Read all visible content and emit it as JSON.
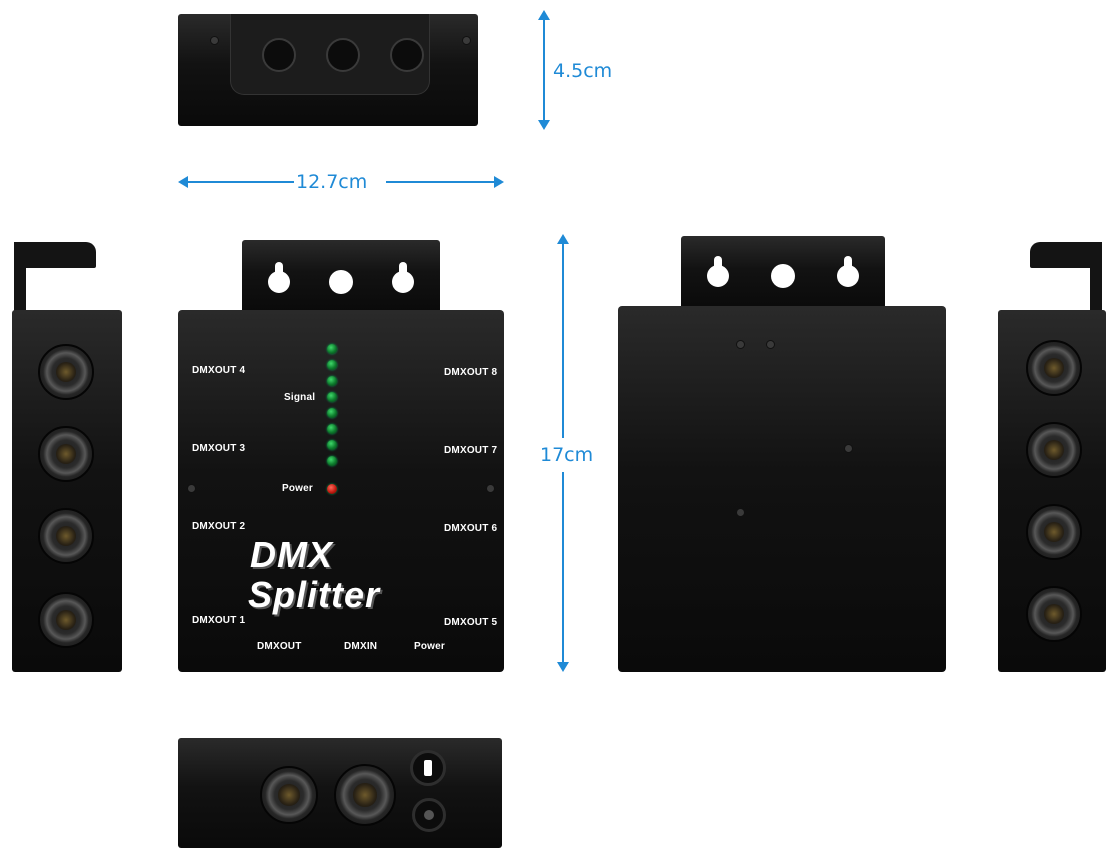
{
  "dimensions": {
    "height": "4.5cm",
    "width": "12.7cm",
    "length": "17cm"
  },
  "accent_color": "#1f8ad6",
  "front_panel": {
    "outputs": {
      "out1": "DMXOUT 1",
      "out2": "DMXOUT 2",
      "out3": "DMXOUT 3",
      "out4": "DMXOUT 4",
      "out5": "DMXOUT 5",
      "out6": "DMXOUT 6",
      "out7": "DMXOUT 7",
      "out8": "DMXOUT 8"
    },
    "signal_label": "Signal",
    "power_indicator_label": "Power",
    "logo_line1": "DMX",
    "logo_line2": "Splitter",
    "bottom_labels": {
      "dmxout": "DMXOUT",
      "dmxin": "DMXIN",
      "power": "Power"
    }
  }
}
